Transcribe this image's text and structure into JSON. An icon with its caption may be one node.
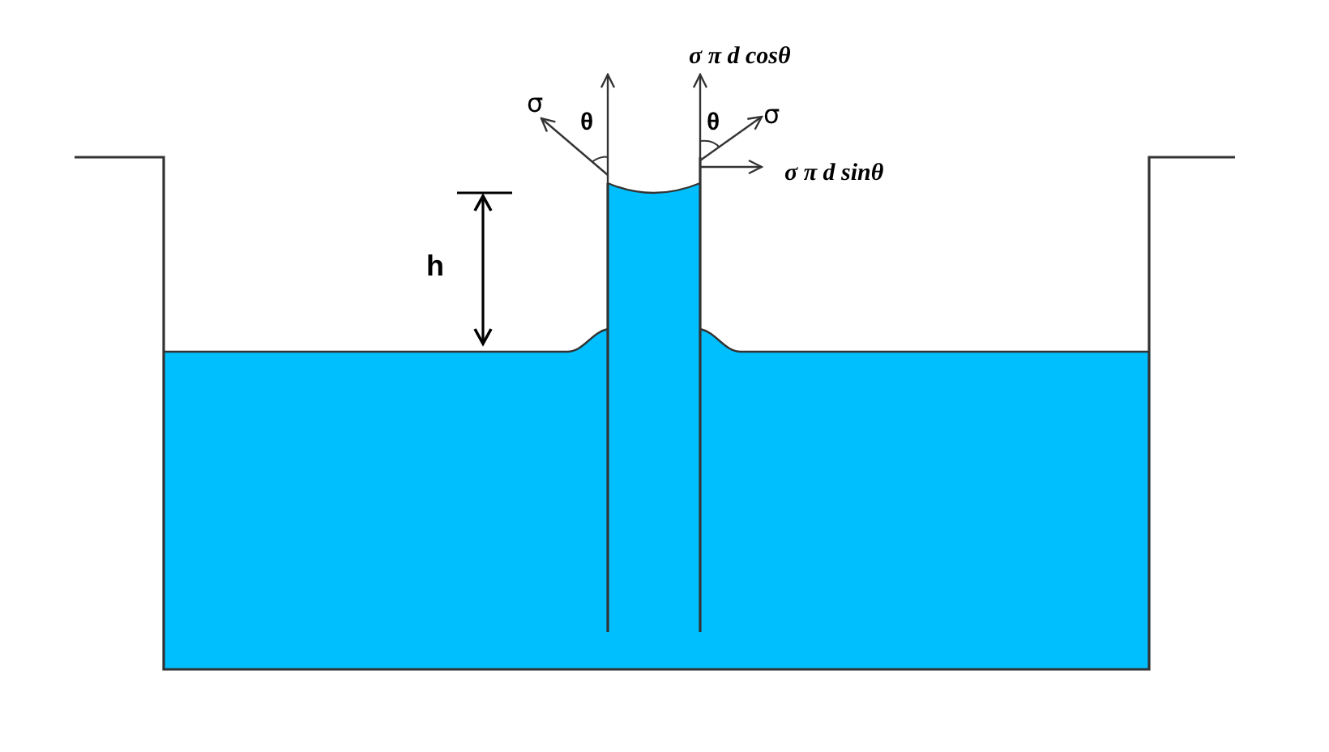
{
  "diagram": {
    "labels": [
      "σ π d cosθ",
      "σ",
      "θ",
      "θ",
      "σ",
      "σ π d sinθ",
      "h"
    ]
  }
}
